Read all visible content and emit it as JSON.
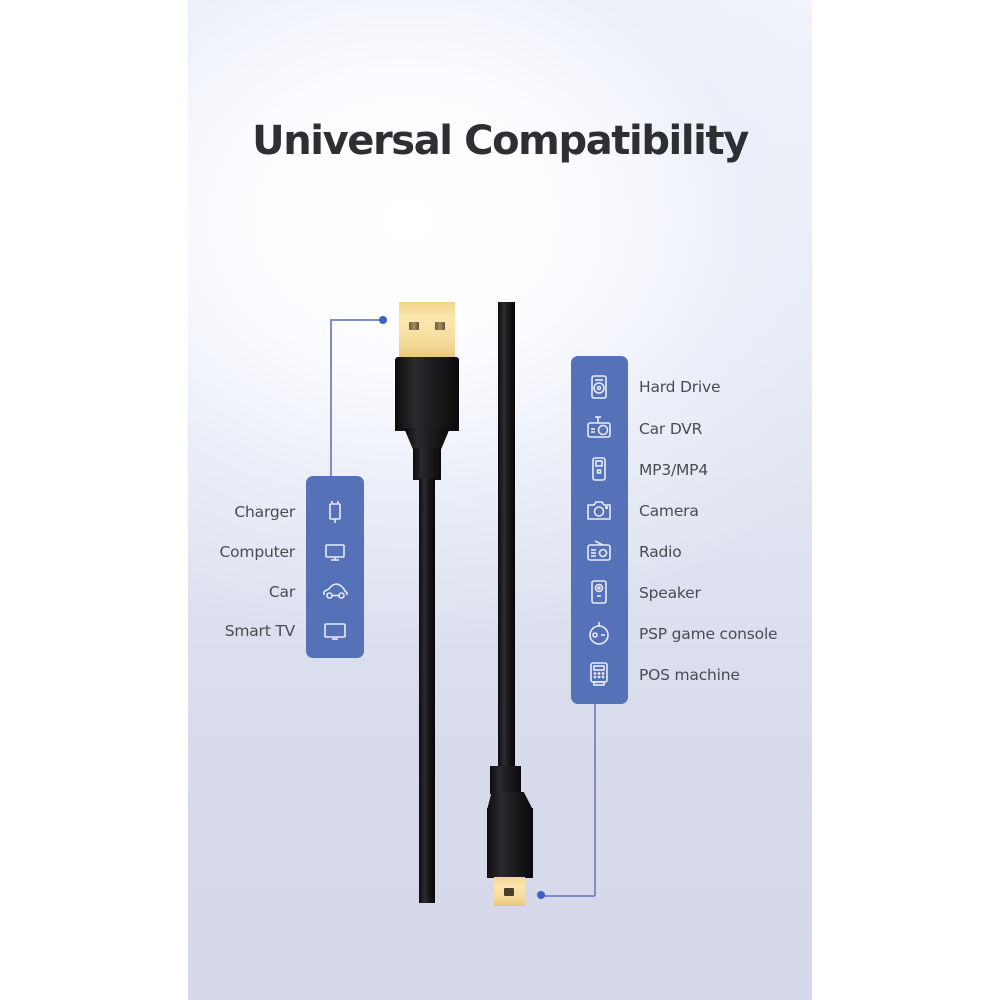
{
  "title": "Universal Compatibility",
  "left_devices": [
    {
      "label": "Charger",
      "icon": "charger-icon"
    },
    {
      "label": "Computer",
      "icon": "computer-icon"
    },
    {
      "label": "Car",
      "icon": "car-icon"
    },
    {
      "label": "Smart TV",
      "icon": "smart-tv-icon"
    }
  ],
  "right_devices": [
    {
      "label": "Hard Drive",
      "icon": "hard-drive-icon"
    },
    {
      "label": "Car DVR",
      "icon": "car-dvr-icon"
    },
    {
      "label": "MP3/MP4",
      "icon": "mp3-player-icon"
    },
    {
      "label": "Camera",
      "icon": "camera-icon"
    },
    {
      "label": "Radio",
      "icon": "radio-icon"
    },
    {
      "label": "Speaker",
      "icon": "speaker-icon"
    },
    {
      "label": "PSP game console",
      "icon": "game-console-icon"
    },
    {
      "label": "POS machine",
      "icon": "pos-machine-icon"
    }
  ],
  "colors": {
    "accent": "#5571b7",
    "pointer_line": "#7d8fc9",
    "pointer_dot": "#3e60c2",
    "title": "#2e2f33",
    "label": "#4a4b52",
    "cable": "#1a1a1d",
    "connector_gold": "#f6dc9c"
  }
}
